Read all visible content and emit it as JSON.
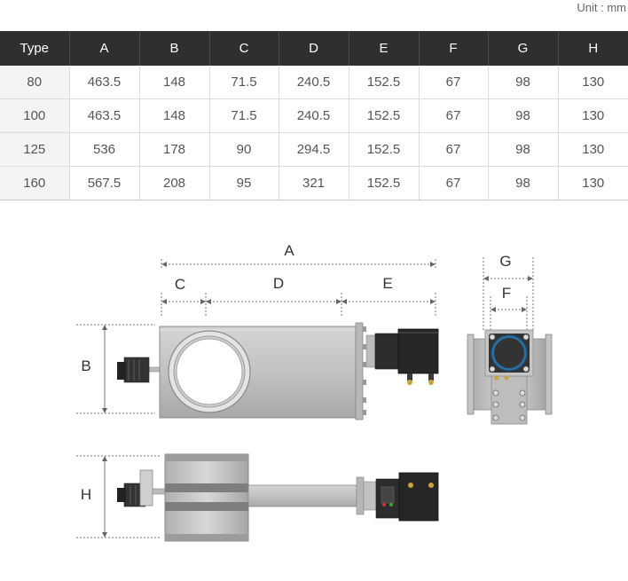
{
  "unit_label": "Unit : mm",
  "table": {
    "headers": [
      "Type",
      "A",
      "B",
      "C",
      "D",
      "E",
      "F",
      "G",
      "H"
    ],
    "rows": [
      [
        "80",
        "463.5",
        "148",
        "71.5",
        "240.5",
        "152.5",
        "67",
        "98",
        "130"
      ],
      [
        "100",
        "463.5",
        "148",
        "71.5",
        "240.5",
        "152.5",
        "67",
        "98",
        "130"
      ],
      [
        "125",
        "536",
        "178",
        "90",
        "294.5",
        "152.5",
        "67",
        "98",
        "130"
      ],
      [
        "160",
        "567.5",
        "208",
        "95",
        "321",
        "152.5",
        "67",
        "98",
        "130"
      ]
    ]
  },
  "drawing": {
    "labels": {
      "A": "A",
      "B": "B",
      "C": "C",
      "D": "D",
      "E": "E",
      "F": "F",
      "G": "G",
      "H": "H"
    }
  }
}
